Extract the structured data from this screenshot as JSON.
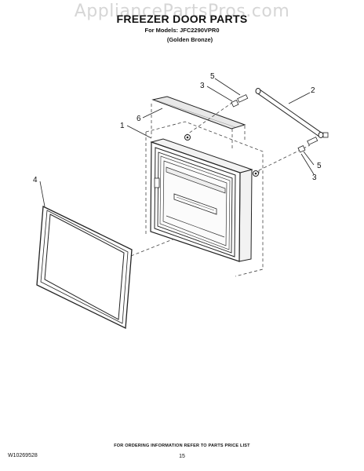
{
  "watermark": "AppliancePartsPros.com",
  "title": "FREEZER DOOR PARTS",
  "model_line": "For Models: JFC2290VPR0",
  "color_line": "(Golden Bronze)",
  "callouts": {
    "door": "1",
    "hinge_rod": "2",
    "spacer_top": "3",
    "spacer_bottom": "3",
    "gasket": "4",
    "bushing_top": "5",
    "bushing_bottom": "5",
    "handle_trim": "6"
  },
  "footer": {
    "ordering_info": "FOR ORDERING INFORMATION REFER TO PARTS PRICE LIST",
    "document_number": "W10269528",
    "page_number": "15"
  }
}
